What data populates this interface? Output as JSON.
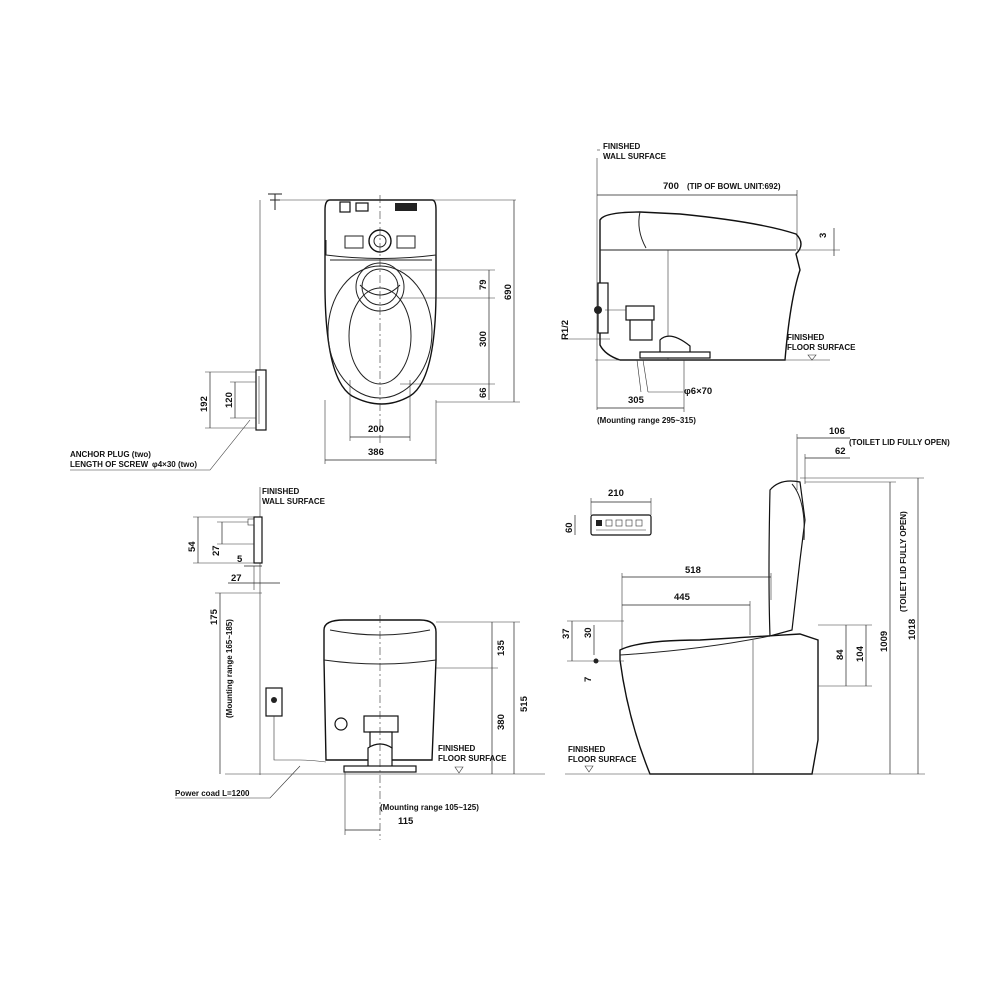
{
  "top_view": {
    "width_total": "386",
    "seat_width": "200",
    "depth_total": "690",
    "d_79": "79",
    "d_300": "300",
    "d_66": "66",
    "h_192": "192",
    "h_120": "120",
    "anchor_label_1": "ANCHOR PLUG (two)",
    "anchor_label_2": "LENGTH OF SCREW",
    "anchor_spec": "φ4×30 (two)"
  },
  "side_view": {
    "finished_wall_1": "FINISHED",
    "finished_wall_2": "WALL SURFACE",
    "length_700": "700",
    "tip_note": "(TIP OF BOWL UNIT:692)",
    "d_3": "3",
    "r12": "R1/2",
    "floor_1": "FINISHED",
    "floor_2": "FLOOR SURFACE",
    "d_305": "305",
    "pipe": "φ6×70",
    "mount_range": "(Mounting range 295~315)"
  },
  "bracket_view": {
    "finished_wall_1": "FINISHED",
    "finished_wall_2": "WALL SURFACE",
    "d_54": "54",
    "d_27a": "27",
    "d_5": "5",
    "d_27b": "27"
  },
  "front_view": {
    "d_175": "175",
    "mount_range": "(Mounting range 165~185)",
    "d_135": "135",
    "d_380": "380",
    "d_515": "515",
    "floor_1": "FINISHED",
    "floor_2": "FLOOR SURFACE",
    "power_cord": "Power coad  L=1200",
    "mount_range_2": "(Mounting range 105~125)",
    "d_115": "115"
  },
  "remote": {
    "width": "210",
    "height": "60"
  },
  "open_view": {
    "d_106": "106",
    "lid_open_note": "(TOILET LID FULLY OPEN)",
    "d_62": "62",
    "d_518": "518",
    "d_445": "445",
    "d_37": "37",
    "d_30": "30",
    "d_7": "7",
    "d_84": "84",
    "d_104": "104",
    "d_1009": "1009",
    "d_1018": "1018",
    "vertical_note": "(TOILET LID FULLY OPEN)",
    "floor_1": "FINISHED",
    "floor_2": "FLOOR SURFACE"
  }
}
